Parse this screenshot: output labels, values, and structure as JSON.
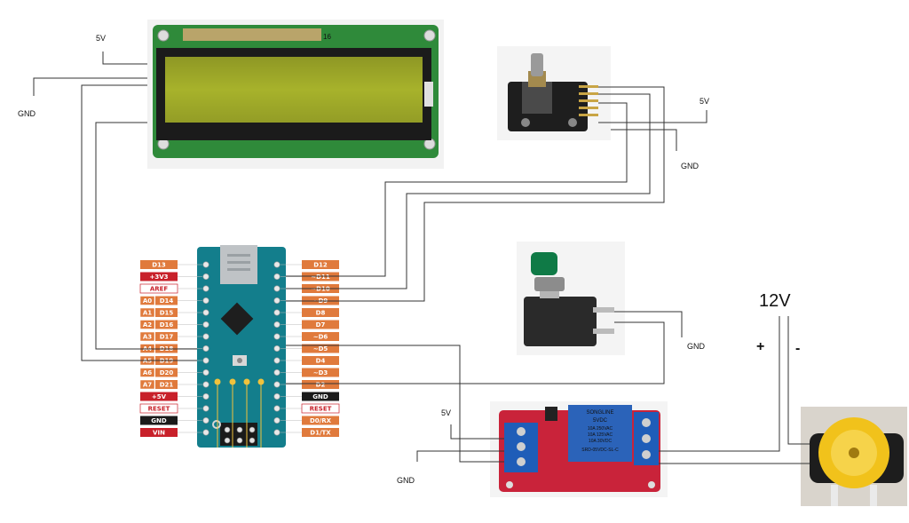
{
  "labels": {
    "lcd_5v": "5V",
    "lcd_gnd": "GND",
    "enc_5v": "5V",
    "enc_gnd": "GND",
    "btn_gnd": "GND",
    "relay_5v": "5V",
    "relay_gnd": "GND",
    "supply_voltage": "12V",
    "plus": "+",
    "minus": "-"
  },
  "lcd": {
    "pin_marker": "16"
  },
  "relay": {
    "brand": "SONGLINE",
    "rating": "5VDC",
    "spec1": "10A 250VAC",
    "spec2": "10A 125VAC",
    "spec3": "10A 30VDC",
    "model": "SRD-05VDC-SL-C"
  },
  "arduino": {
    "left_pins": [
      {
        "alt": "",
        "name": "D13",
        "type": "orange"
      },
      {
        "alt": "",
        "name": "+3V3",
        "type": "red"
      },
      {
        "alt": "",
        "name": "AREF",
        "type": "white"
      },
      {
        "alt": "A0",
        "name": "D14",
        "type": "orange"
      },
      {
        "alt": "A1",
        "name": "D15",
        "type": "orange"
      },
      {
        "alt": "A2",
        "name": "D16",
        "type": "orange"
      },
      {
        "alt": "A3",
        "name": "D17",
        "type": "orange"
      },
      {
        "alt": "A4",
        "name": "D18",
        "type": "orange"
      },
      {
        "alt": "A5",
        "name": "D19",
        "type": "orange"
      },
      {
        "alt": "A6",
        "name": "D20",
        "type": "orange"
      },
      {
        "alt": "A7",
        "name": "D21",
        "type": "orange"
      },
      {
        "alt": "",
        "name": "+5V",
        "type": "red"
      },
      {
        "alt": "",
        "name": "RESET",
        "type": "white"
      },
      {
        "alt": "",
        "name": "GND",
        "type": "black"
      },
      {
        "alt": "",
        "name": "VIN",
        "type": "red"
      }
    ],
    "right_pins": [
      {
        "name": "D12",
        "type": "orange"
      },
      {
        "name": "~D11",
        "type": "orange"
      },
      {
        "name": "~D10",
        "type": "orange"
      },
      {
        "name": "~D9",
        "type": "orange"
      },
      {
        "name": "D8",
        "type": "orange"
      },
      {
        "name": "D7",
        "type": "orange"
      },
      {
        "name": "~D6",
        "type": "orange"
      },
      {
        "name": "~D5",
        "type": "orange"
      },
      {
        "name": "D4",
        "type": "orange"
      },
      {
        "name": "~D3",
        "type": "orange"
      },
      {
        "name": "D2",
        "type": "orange"
      },
      {
        "name": "GND",
        "type": "black"
      },
      {
        "name": "RESET",
        "type": "white"
      },
      {
        "name": "D0/RX",
        "type": "orange"
      },
      {
        "name": "D1/TX",
        "type": "orange"
      }
    ]
  },
  "colors": {
    "wire": "#333333",
    "board_teal": "#137e8c",
    "pin_orange": "#e07a3c",
    "pin_red": "#c8202a",
    "pin_black": "#1a1a1a",
    "lcd_pcb": "#2f8a3a",
    "lcd_screen": "#a7b22b",
    "relay_pcb": "#c9233a",
    "relay_blue": "#2b63b9",
    "pump_yellow": "#f1c21b",
    "knob_green": "#0f7a46"
  }
}
